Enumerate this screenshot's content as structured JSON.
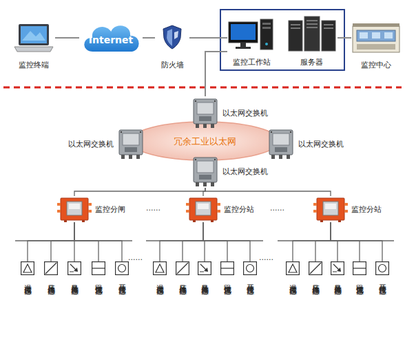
{
  "diagram": {
    "nodes": [
      {
        "text": [
          "监控终端"
        ]
      },
      {
        "text": [
          "Internet"
        ]
      },
      {
        "text": [
          "防火墙"
        ]
      },
      {
        "text": [
          "监控工作站"
        ]
      },
      {
        "text": [
          "服务器"
        ]
      },
      {
        "text": [
          "监控中心"
        ]
      },
      {
        "text": [
          "以太网交换机"
        ]
      },
      {
        "text": [
          "以太网交换机"
        ]
      },
      {
        "text": [
          "冗余工业以太网"
        ]
      },
      {
        "text": [
          "以太网交换机"
        ]
      },
      {
        "text": [
          "以太网交换机"
        ]
      },
      {
        "text": [
          "监控分闸"
        ]
      },
      {
        "text": [
          "监控分站"
        ]
      },
      {
        "text": [
          "监控分站"
        ]
      },
      {
        "text": [
          "温度传感器"
        ]
      },
      {
        "text": [
          "风压传感器"
        ]
      },
      {
        "text": [
          "风量传感器"
        ]
      },
      {
        "text": [
          "甲烷传感器"
        ]
      },
      {
        "text": [
          "开停传感器"
        ]
      },
      {
        "text": [
          "温度传感器"
        ]
      },
      {
        "text": [
          "风压传感器"
        ]
      },
      {
        "text": [
          "风量传感器"
        ]
      },
      {
        "text": [
          "甲烷传感器"
        ]
      },
      {
        "text": [
          "开停传感器"
        ]
      },
      {
        "text": [
          "温度传感器"
        ]
      },
      {
        "text": [
          "风压传感器"
        ]
      },
      {
        "text": [
          "风量传感器"
        ]
      },
      {
        "text": [
          "甲烷传感器"
        ]
      },
      {
        "text": [
          "开停传感器"
        ]
      }
    ],
    "edges": [
      {
        "from": 0,
        "to": 1,
        "arrow": "none"
      },
      {
        "from": 1,
        "to": 2,
        "arrow": "none"
      },
      {
        "from": 2,
        "to": 3,
        "arrow": "none"
      },
      {
        "from": 4,
        "to": 5,
        "arrow": "none"
      },
      {
        "from": 6,
        "to": 3,
        "arrow": "none"
      },
      {
        "from": 10,
        "to": 11,
        "arrow": "none"
      },
      {
        "from": 10,
        "to": 12,
        "arrow": "none"
      },
      {
        "from": 10,
        "to": 13,
        "arrow": "none"
      },
      {
        "from": 11,
        "to": 14,
        "arrow": "none"
      },
      {
        "from": 11,
        "to": 15,
        "arrow": "none"
      },
      {
        "from": 11,
        "to": 16,
        "arrow": "none"
      },
      {
        "from": 11,
        "to": 17,
        "arrow": "none"
      },
      {
        "from": 11,
        "to": 18,
        "arrow": "none"
      },
      {
        "from": 12,
        "to": 19,
        "arrow": "none"
      },
      {
        "from": 12,
        "to": 20,
        "arrow": "none"
      },
      {
        "from": 12,
        "to": 21,
        "arrow": "none"
      },
      {
        "from": 12,
        "to": 22,
        "arrow": "none"
      },
      {
        "from": 12,
        "to": 23,
        "arrow": "none"
      },
      {
        "from": 13,
        "to": 24,
        "arrow": "none"
      },
      {
        "from": 13,
        "to": 25,
        "arrow": "none"
      },
      {
        "from": 13,
        "to": 26,
        "arrow": "none"
      },
      {
        "from": 13,
        "to": 27,
        "arrow": "none"
      },
      {
        "from": 13,
        "to": 28,
        "arrow": "none"
      }
    ],
    "labels": [
      "......",
      "......",
      "......",
      "......"
    ]
  }
}
